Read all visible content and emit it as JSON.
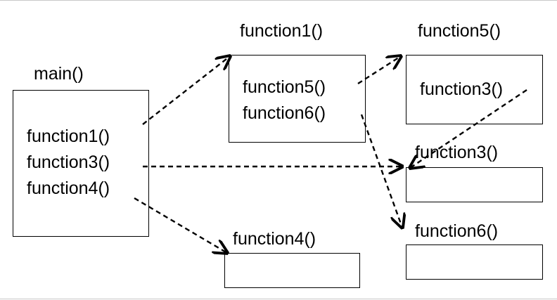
{
  "nodes": {
    "main": {
      "title": "main()",
      "calls": [
        "function1()",
        "function3()",
        "function4()"
      ]
    },
    "function1": {
      "title": "function1()",
      "calls": [
        "function5()",
        "function6()"
      ]
    },
    "function5": {
      "title": "function5()",
      "calls": [
        "function3()"
      ]
    },
    "function3": {
      "title": "function3()",
      "calls": []
    },
    "function4": {
      "title": "function4()",
      "calls": []
    },
    "function6": {
      "title": "function6()",
      "calls": []
    }
  },
  "edges": [
    {
      "from": "main.function1()",
      "to": "function1"
    },
    {
      "from": "main.function3()",
      "to": "function3"
    },
    {
      "from": "main.function4()",
      "to": "function4"
    },
    {
      "from": "function1.function5()",
      "to": "function5"
    },
    {
      "from": "function1.function6()",
      "to": "function6"
    },
    {
      "from": "function5.function3()",
      "to": "function3"
    }
  ],
  "style": {
    "line_color": "#000000",
    "dashed": true
  }
}
